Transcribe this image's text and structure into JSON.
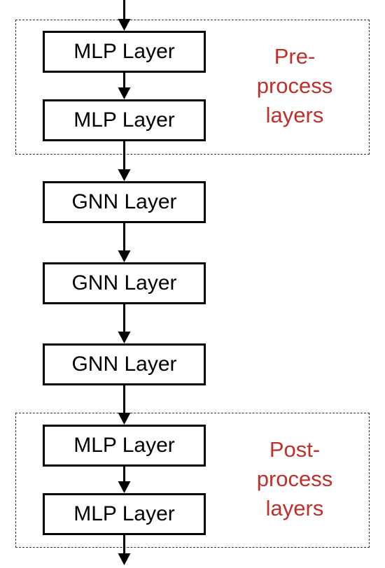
{
  "layers": [
    {
      "label": "MLP Layer",
      "kind": "mlp"
    },
    {
      "label": "MLP Layer",
      "kind": "mlp"
    },
    {
      "label": "GNN Layer",
      "kind": "gnn"
    },
    {
      "label": "GNN Layer",
      "kind": "gnn"
    },
    {
      "label": "GNN Layer",
      "kind": "gnn"
    },
    {
      "label": "MLP Layer",
      "kind": "mlp"
    },
    {
      "label": "MLP Layer",
      "kind": "mlp"
    }
  ],
  "groups": {
    "pre": {
      "line1": "Pre-",
      "line2": "process",
      "line3": "layers"
    },
    "post": {
      "line1": "Post-",
      "line2": "process",
      "line3": "layers"
    }
  },
  "colors": {
    "group_label": "#c0302b",
    "box_border": "#000000",
    "dashed_border": "#333333"
  }
}
